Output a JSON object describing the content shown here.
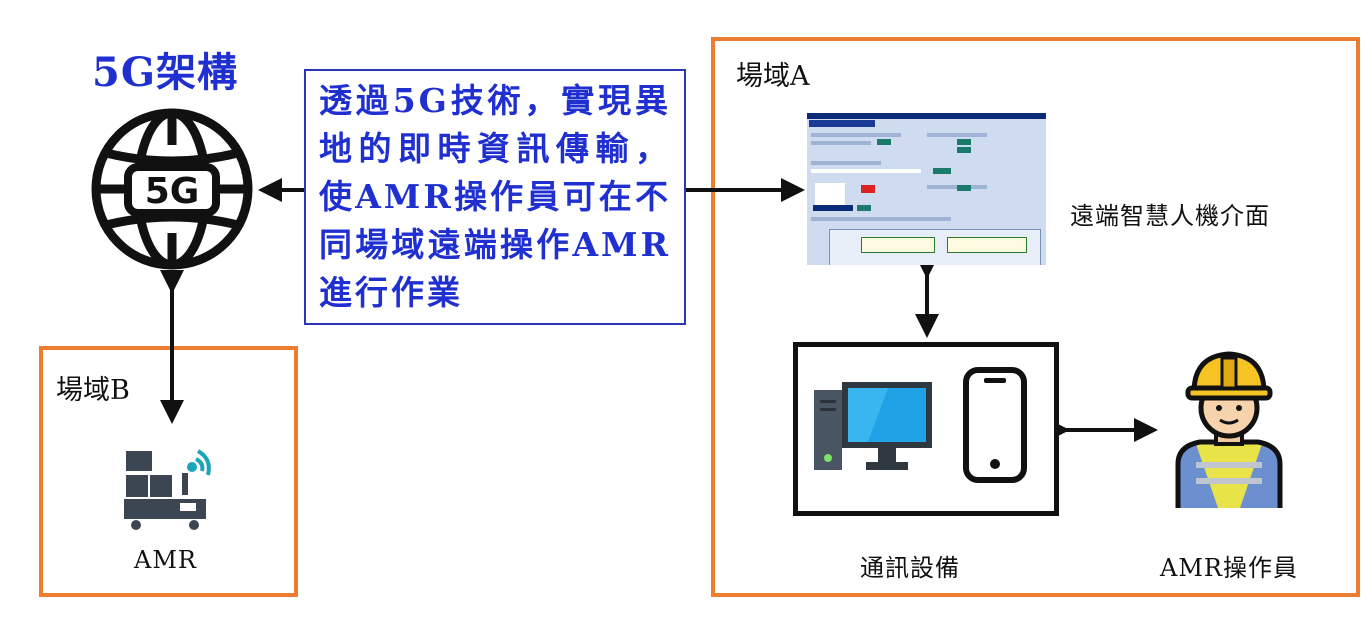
{
  "title": "5G架構",
  "callout": "透過5G技術，實現異地的即時資訊傳輸，使AMR操作員可在不同場域遠端操作AMR進行作業",
  "field_a": {
    "label": "場域A"
  },
  "field_b": {
    "label": "場域B"
  },
  "globe_badge": "5G",
  "hmi_caption": "遠端智慧人機介面",
  "device_caption": "通訊設備",
  "operator_caption": "AMR操作員",
  "amr_caption": "AMR",
  "colors": {
    "title_blue": "#1f2fd0",
    "field_border": "#ed7d31",
    "monitor_blue": "#1fa3e6",
    "helmet_yellow": "#f6c324",
    "vest_yellow": "#e9e34a",
    "amr_gray": "#3c4652",
    "wifi_teal": "#1aa6b7"
  },
  "icons": [
    "globe-5g-icon",
    "amr-robot-icon",
    "desktop-computer-icon",
    "smartphone-icon",
    "worker-icon"
  ]
}
